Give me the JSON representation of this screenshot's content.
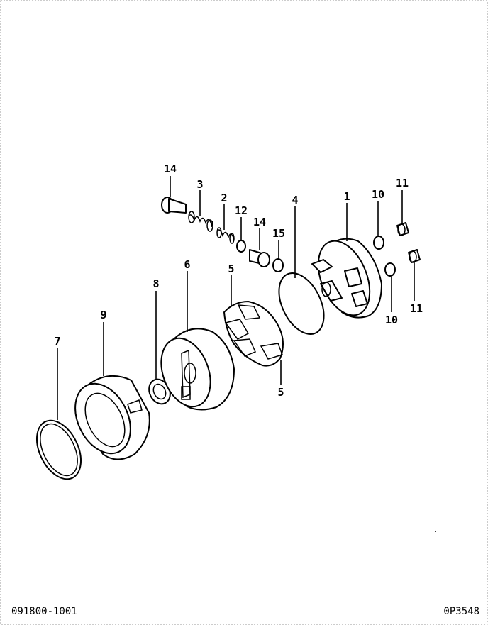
{
  "callouts": [
    "1",
    "2",
    "3",
    "4",
    "5",
    "5",
    "6",
    "7",
    "8",
    "9",
    "10",
    "10",
    "11",
    "11",
    "12",
    "14",
    "14",
    "15"
  ],
  "footer": {
    "drawing_number": "091800-1001",
    "page_code": "0P3548"
  },
  "colors": {
    "ink": "#000000",
    "paper": "#ffffff",
    "border": "#9a9a9a"
  }
}
